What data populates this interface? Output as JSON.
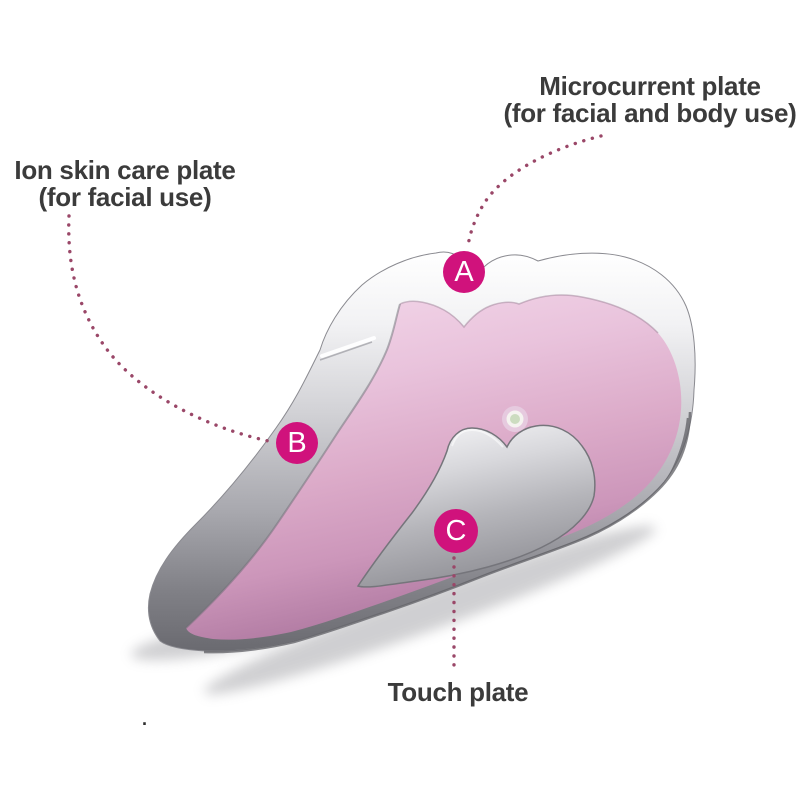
{
  "annotations": {
    "microcurrent_plate": {
      "line1": "Microcurrent plate",
      "line2": "(for facial and body use)",
      "badge": "A"
    },
    "ion_plate": {
      "line1": "Ion skin care plate",
      "line2": "(for facial use)",
      "badge": "B"
    },
    "touch_plate": {
      "label": "Touch plate",
      "badge": "C"
    }
  },
  "artifact": {
    "dot": "."
  },
  "colors": {
    "badge_magenta": "#d0127c",
    "dotted_line_maroon": "#9a4768",
    "label_text": "#3b3b3b",
    "body_pink_light": "#ecc9e0",
    "body_pink_dark": "#9d6b92",
    "chrome_light": "#f5f5f7",
    "chrome_dark": "#6a6a70",
    "led_center_green": "#ccdcc0",
    "background": "#ffffff"
  }
}
